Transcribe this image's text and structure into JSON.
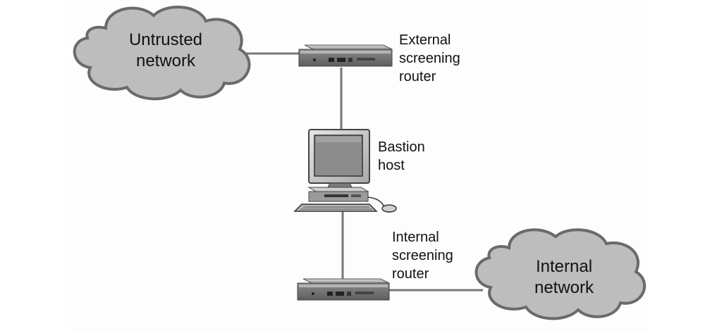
{
  "nodes": {
    "untrusted_network": {
      "line1": "Untrusted",
      "line2": "network"
    },
    "external_router": {
      "line1": "External",
      "line2": "screening",
      "line3": "router"
    },
    "bastion_host": {
      "line1": "Bastion",
      "line2": "host"
    },
    "internal_router": {
      "line1": "Internal",
      "line2": "screening",
      "line3": "router"
    },
    "internal_network": {
      "line1": "Internal",
      "line2": "network"
    }
  },
  "colors": {
    "cloud_fill": "#bdbdbd",
    "cloud_stroke": "#6a6a6a",
    "connector": "#777777",
    "device_body": "#9a9a9a",
    "device_dark": "#3a3a3a"
  }
}
